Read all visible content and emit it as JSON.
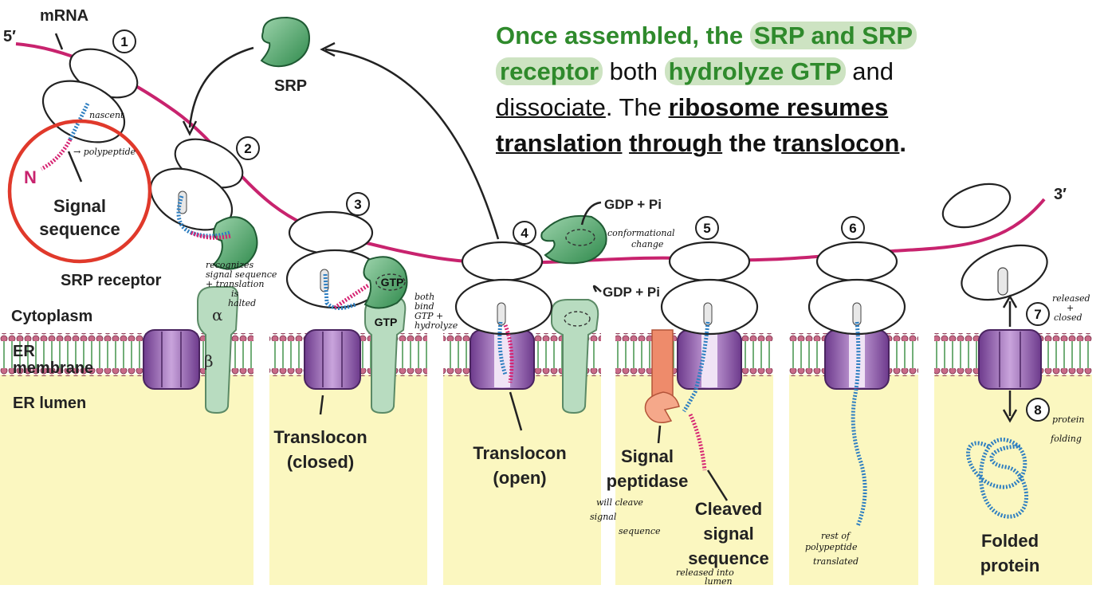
{
  "labels": {
    "five_prime": "5′",
    "three_prime": "3′",
    "mrna": "mRNA",
    "srp": "SRP",
    "n_terminus": "N",
    "signal_sequence_1": "Signal",
    "signal_sequence_2": "sequence",
    "srp_receptor": "SRP receptor",
    "cytoplasm": "Cytoplasm",
    "er_membrane_1": "ER",
    "er_membrane_2": "membrane",
    "er_lumen": "ER lumen",
    "alpha": "α",
    "beta": "β",
    "gtp": "GTP",
    "gdp_pi": "GDP + Pi",
    "translocon_closed_1": "Translocon",
    "translocon_closed_2": "(closed)",
    "translocon_open_1": "Translocon",
    "translocon_open_2": "(open)",
    "signal_peptidase_1": "Signal",
    "signal_peptidase_2": "peptidase",
    "cleaved_1": "Cleaved",
    "cleaved_2": "signal",
    "cleaved_3": "sequence",
    "folded_1": "Folded",
    "folded_2": "protein"
  },
  "steps": [
    "1",
    "2",
    "3",
    "4",
    "5",
    "6",
    "7",
    "8"
  ],
  "annotations": {
    "nascent": "nascent",
    "polypeptide": "→ polypeptide",
    "recognizes_1": "recognizes",
    "recognizes_2": "signal sequence",
    "recognizes_3": "+ translation",
    "recognizes_4": "is",
    "recognizes_5": "halted",
    "both_1": "both",
    "both_2": "bind",
    "both_3": "GTP +",
    "both_4": "hydrolyze",
    "conf_1": "conformational",
    "conf_2": "change",
    "will_cleave_1": "will cleave",
    "will_cleave_2": "signal",
    "will_cleave_3": "sequence",
    "released_lumen_1": "released into",
    "released_lumen_2": "lumen",
    "rest_1": "rest of",
    "rest_2": "polypeptide",
    "rest_3": "translated",
    "released_closed_1": "released",
    "released_closed_2": "+",
    "released_closed_3": "closed",
    "protein_folding_1": "protein",
    "protein_folding_2": "folding"
  },
  "callout": {
    "p1": "Once assembled, the",
    "p2": "SRP and SRP",
    "p3": "receptor",
    "p4": " both ",
    "p5": "hydrolyze GTP",
    "p6": " and",
    "p7": "dissociate",
    "p8": ". The ",
    "p9": "ribosome resumes",
    "p10": "translation",
    "p11": " ",
    "p12": "through",
    "p13": " the t",
    "p14": "ranslocon",
    "p15": "."
  },
  "colors": {
    "mrna": "#c8236e",
    "srp": "#3e9a57",
    "receptor": "#b8dcc0",
    "translocon": "#8a4fa6",
    "lumen": "#fbf7c0",
    "polypeptide_blue": "#2f7fc1",
    "signal_pink": "#d62472",
    "peptidase": "#ee8b6b",
    "callout_green": "#2f8a2c",
    "circle": "#e0392b"
  }
}
